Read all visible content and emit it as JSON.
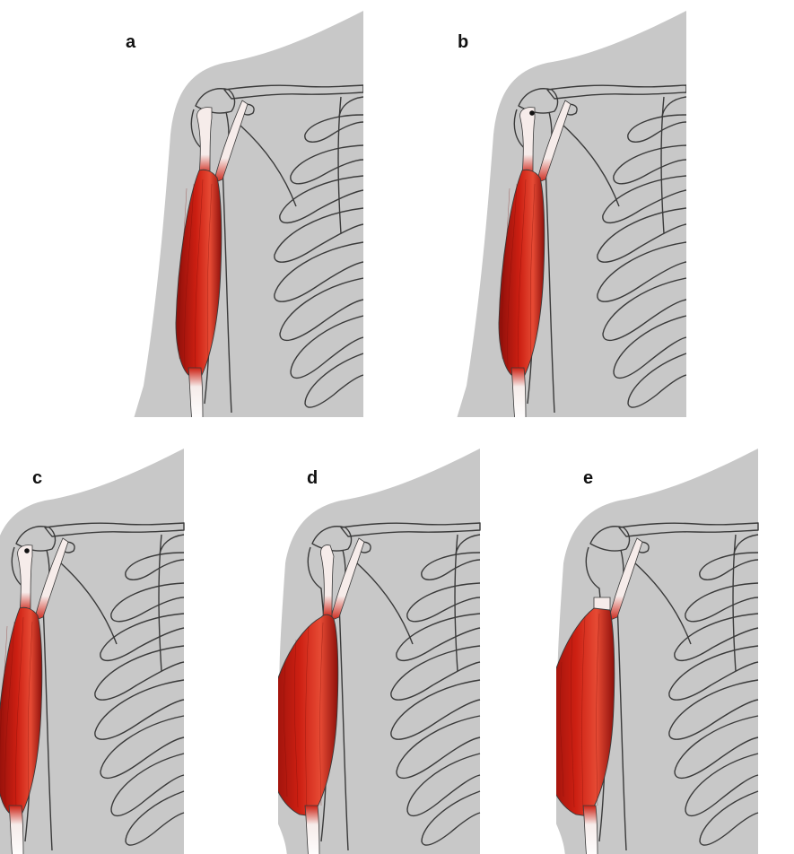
{
  "colors": {
    "body_fill": "#c8c8c8",
    "outline": "#3a3a3a",
    "muscle_dark": "#8e0f0a",
    "muscle_mid": "#cc1f12",
    "muscle_light": "#e64a34",
    "tendon": "#f6ecea"
  },
  "panels": [
    {
      "label": "a",
      "variant": "normal"
    },
    {
      "label": "b",
      "variant": "long-head-lesion-proximal"
    },
    {
      "label": "c",
      "variant": "long-head-lesion"
    },
    {
      "label": "d",
      "variant": "long-head-rupture"
    },
    {
      "label": "e",
      "variant": "long-head-rupture-retracted"
    }
  ]
}
